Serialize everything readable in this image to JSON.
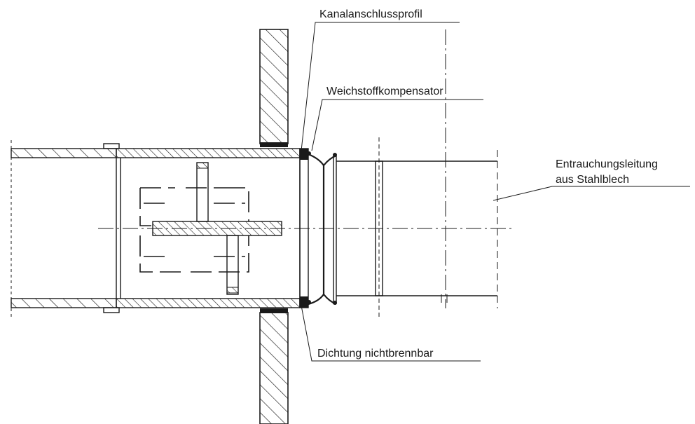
{
  "labels": {
    "channel_profile": "Kanalanschlussprofil",
    "compensator": "Weichstoffkompensator",
    "duct_line1": "Entrauchungsleitung",
    "duct_line2": "aus Stahlblech",
    "seal": "Dichtung nichtbrennbar"
  },
  "colors": {
    "ink": "#1a1a1a",
    "background": "#ffffff"
  }
}
